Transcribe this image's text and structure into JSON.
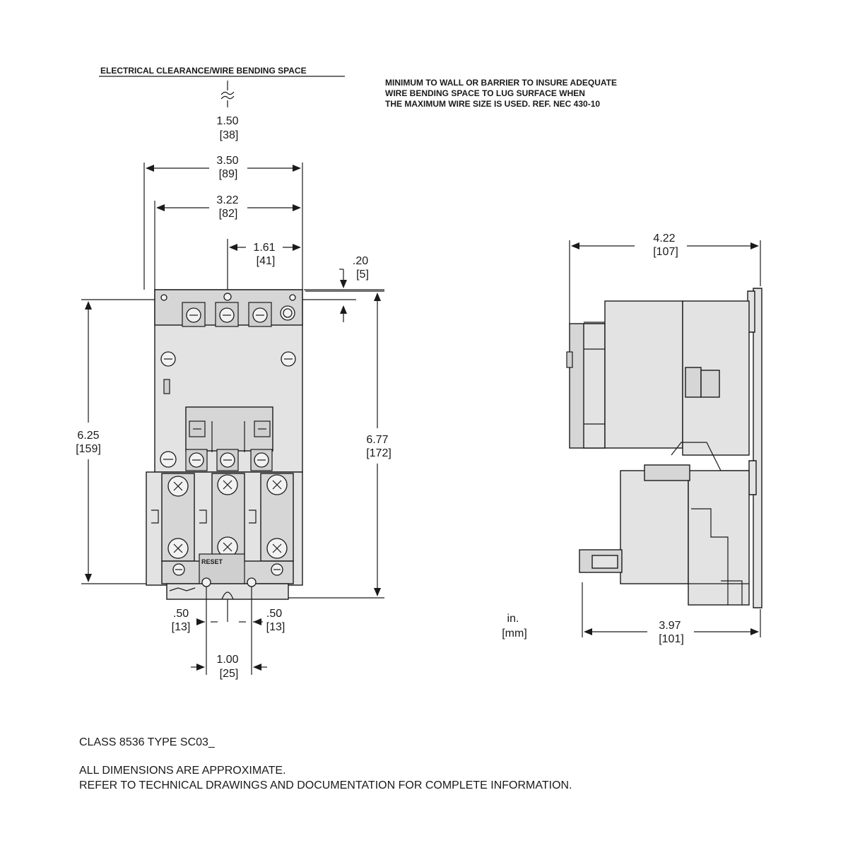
{
  "header": {
    "clearance_label": "ELECTRICAL CLEARANCE/WIRE BENDING SPACE",
    "note_lines": [
      "MINIMUM TO WALL OR BARRIER TO INSURE ADEQUATE",
      "WIRE BENDING SPACE TO LUG SURFACE WHEN",
      "THE MAXIMUM WIRE SIZE IS USED. REF. NEC 430-10"
    ]
  },
  "front_view": {
    "clearance": {
      "in": "1.50",
      "mm": "[38]"
    },
    "overall_width": {
      "in": "3.50",
      "mm": "[89]"
    },
    "mounting_width": {
      "in": "3.22",
      "mm": "[82]"
    },
    "half_width": {
      "in": "1.61",
      "mm": "[41]"
    },
    "top_offset": {
      "in": ".20",
      "mm": "[5]"
    },
    "mounting_height": {
      "in": "6.25",
      "mm": "[159]"
    },
    "overall_height": {
      "in": "6.77",
      "mm": "[172]"
    },
    "left_offset": {
      "in": ".50",
      "mm": "[13]"
    },
    "right_offset": {
      "in": ".50",
      "mm": "[13]"
    },
    "hole_spacing": {
      "in": "1.00",
      "mm": "[25]"
    },
    "reset_label": "RESET"
  },
  "side_view": {
    "overall_depth": {
      "in": "4.22",
      "mm": "[107]"
    },
    "base_depth": {
      "in": "3.97",
      "mm": "[101]"
    }
  },
  "units": {
    "in": "in.",
    "mm": "[mm]"
  },
  "footer": {
    "class_label": "CLASS 8536 TYPE SC03_",
    "notes": [
      "ALL DIMENSIONS ARE APPROXIMATE.",
      "REFER TO TECHNICAL DRAWINGS AND DOCUMENTATION FOR COMPLETE INFORMATION."
    ]
  }
}
